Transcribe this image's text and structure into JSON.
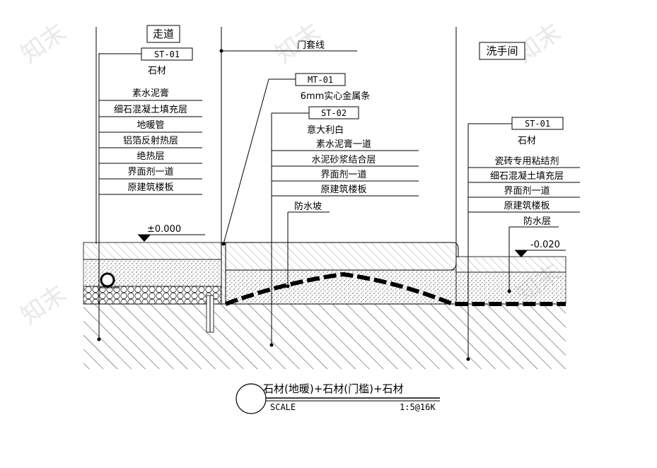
{
  "rooms": {
    "left": "走道",
    "right": "洗手间"
  },
  "door_label": "门套线",
  "left_callout": {
    "code": "ST-01",
    "name": "石材",
    "layers": [
      "素水泥膏",
      "细石混凝土填充层",
      "地暖管",
      "铝箔反射热层",
      "绝热层",
      "界面剂一道",
      "原建筑楼板"
    ],
    "elevation": "±0.000"
  },
  "metal_callout": {
    "code": "MT-01",
    "name": "6mm实心金属条"
  },
  "center_callout": {
    "code": "ST-02",
    "name": "意大利白",
    "layers": [
      "素水泥膏一道",
      "水泥砂浆结合层",
      "界面剂一道",
      "原建筑楼板"
    ],
    "extra": "防水坡"
  },
  "right_callout": {
    "code": "ST-01",
    "name": "石材",
    "layers": [
      "瓷砖专用粘结剂",
      "细石混凝土填充层",
      "界面剂一道",
      "原建筑楼板"
    ],
    "extra": "防水层",
    "elevation": "-0.020"
  },
  "title_block": {
    "title": "石材(地暖)+石材(门槛)+石材",
    "scale_label": "SCALE",
    "scale_value": "1:5@16K"
  },
  "watermark": "知末"
}
